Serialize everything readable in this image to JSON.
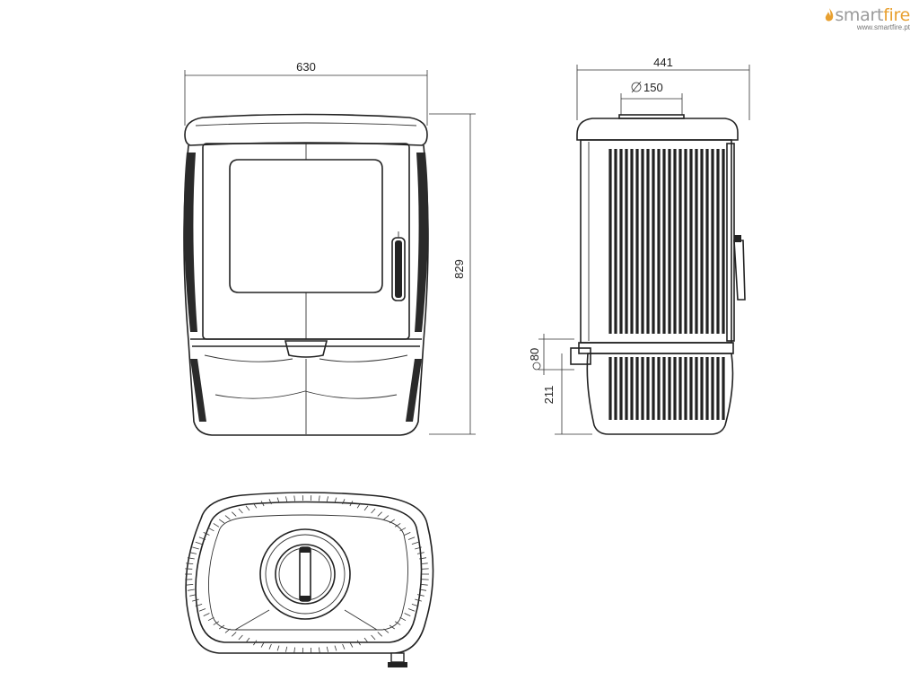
{
  "brand": {
    "name_part1": "smart",
    "name_part2": "fire",
    "url": "www.smartfire.pt",
    "color_grey": "#9a9a9a",
    "color_orange": "#e8a030",
    "flame_icon": "flame-icon"
  },
  "dimensions": {
    "front_width": "630",
    "side_depth": "441",
    "flue_diameter": "150",
    "height": "829",
    "air_inlet_diameter": "80",
    "air_inlet_height": "211"
  }
}
